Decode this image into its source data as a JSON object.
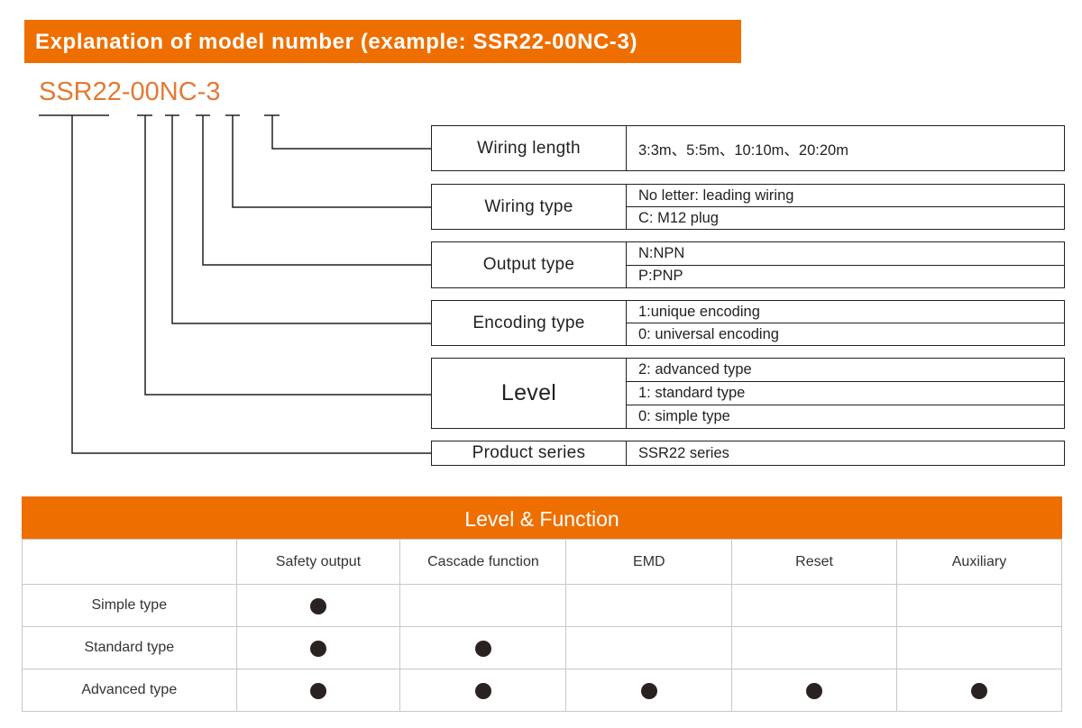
{
  "header": {
    "title": "Explanation of model number (example: SSR22-00NC-3)"
  },
  "model_number": "SSR22-00NC-3",
  "fields": [
    {
      "label": "Wiring length",
      "values": [
        "3:3m、5:5m、10:10m、20:20m"
      ]
    },
    {
      "label": "Wiring type",
      "values": [
        "No letter: leading wiring",
        "C: M12 plug"
      ]
    },
    {
      "label": "Output type",
      "values": [
        "N:NPN",
        "P:PNP"
      ]
    },
    {
      "label": "Encoding type",
      "values": [
        "1:unique encoding",
        "0: universal encoding"
      ]
    },
    {
      "label": "Level",
      "values": [
        "2: advanced type",
        "1: standard type",
        "0: simple type"
      ]
    },
    {
      "label": "Product series",
      "values": [
        "SSR22 series"
      ]
    }
  ],
  "function_table": {
    "title": "Level & Function",
    "columns": [
      "",
      "Safety output",
      "Cascade function",
      "EMD",
      "Reset",
      "Auxiliary"
    ],
    "rows": [
      {
        "label": "Simple type",
        "marks": [
          true,
          false,
          false,
          false,
          false
        ]
      },
      {
        "label": "Standard type",
        "marks": [
          true,
          true,
          false,
          false,
          false
        ]
      },
      {
        "label": "Advanced type",
        "marks": [
          true,
          true,
          true,
          true,
          true
        ]
      }
    ]
  },
  "colors": {
    "accent": "#ee6f00",
    "model_text": "#e27a36",
    "dot": "#2a2220"
  }
}
